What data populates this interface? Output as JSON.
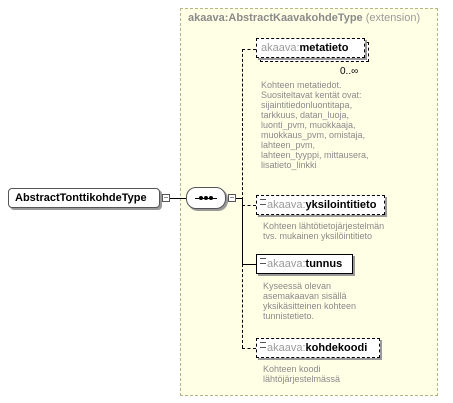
{
  "extension": {
    "namespace": "akaava:",
    "name": "AbstractKaavakohdeType",
    "kind": "(extension)"
  },
  "root": {
    "label": "AbstractTonttikohdeType"
  },
  "collapse_symbol": "−",
  "elements": [
    {
      "namespace": "akaava:",
      "name": "metatieto",
      "cardinality": "0..∞",
      "description_lines": [
        "Kohteen metatiedot.",
        "Suositeltavat kentät ovat:",
        "sijaintitiedonluontitapa,",
        "tarkkuus, datan_luoja,",
        "luonti_pvm, muokkaaja,",
        "muokkaus_pvm, omistaja,",
        "lahteen_pvm,",
        "lahteen_tyyppi, mittausera,",
        "lisatieto_linkki"
      ]
    },
    {
      "namespace": "akaava:",
      "name": "yksilointitieto",
      "description_lines": [
        "Kohteen lähtötietojärjestelmän",
        "tvs. mukainen yksilöintitieto"
      ]
    },
    {
      "namespace": "akaava:",
      "name": "tunnus",
      "description_lines": [
        "Kyseessä olevan",
        "asemakaavan sisällä",
        "yksikäsitteinen kohteen",
        "tunnistetieto."
      ]
    },
    {
      "namespace": "akaava:",
      "name": "kohdekoodi",
      "description_lines": [
        "Kohteen koodi",
        "lähtöjärjestelmässä"
      ]
    }
  ]
}
